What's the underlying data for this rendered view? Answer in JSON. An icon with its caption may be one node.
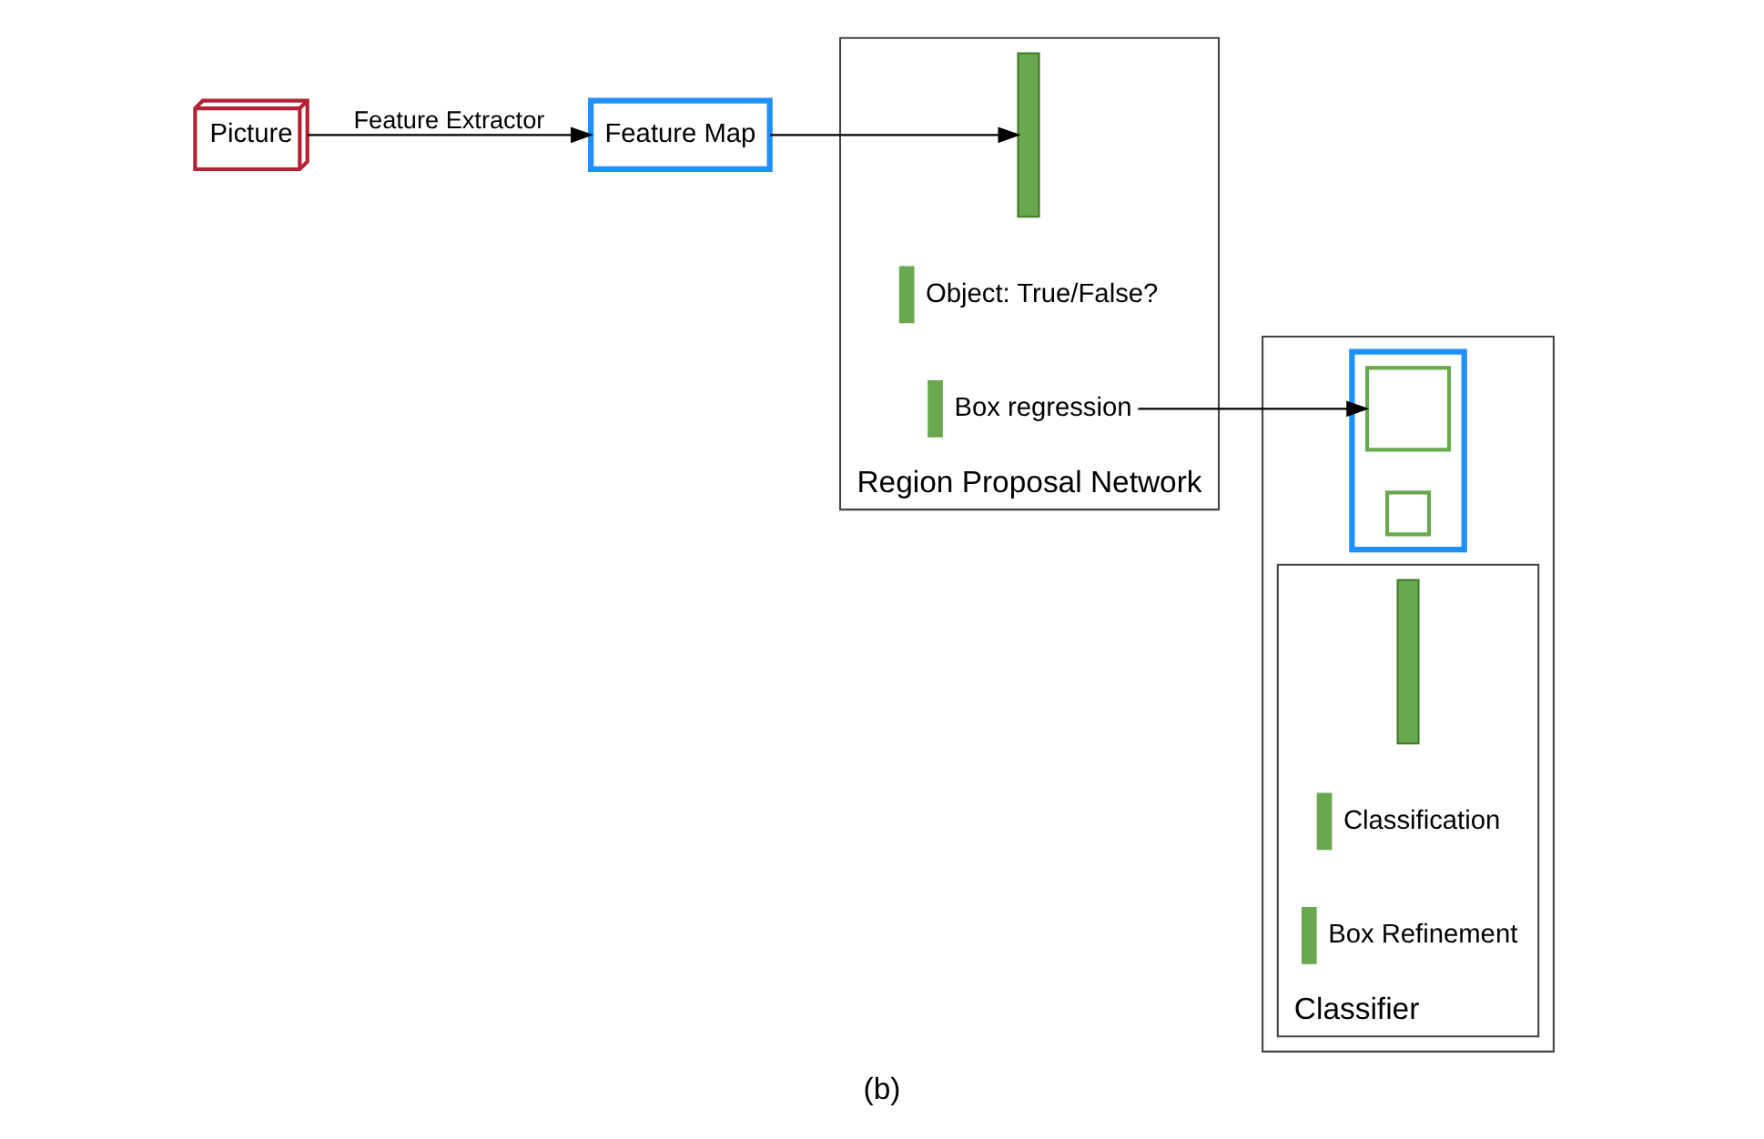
{
  "diagram": {
    "caption": "(b)",
    "nodes": [
      {
        "text": [
          "Picture"
        ]
      },
      {
        "text": [
          "Feature Map"
        ]
      },
      {
        "text": [
          "Region Proposal Network"
        ]
      },
      {
        "text": [],
        "shape": "bar",
        "in": 2
      },
      {
        "text": [
          "Object: True/False?"
        ],
        "in": 2
      },
      {
        "text": [
          "Box regression"
        ],
        "in": 2
      },
      {
        "text": [],
        "shape": "box"
      },
      {
        "text": [],
        "shape": "box",
        "in": 6
      },
      {
        "text": [],
        "shape": "box",
        "in": 7
      },
      {
        "text": [],
        "shape": "box",
        "in": 7
      },
      {
        "text": [
          "Classifier"
        ],
        "in": 6
      },
      {
        "text": [],
        "shape": "bar",
        "in": 10
      },
      {
        "text": [
          "Classification"
        ],
        "in": 10
      },
      {
        "text": [
          "Box Refinement"
        ],
        "in": 10
      }
    ],
    "edges": [
      {
        "from": 0,
        "to": 1,
        "arrow": "to",
        "label": "Feature Extractor"
      },
      {
        "from": 1,
        "to": 3,
        "arrow": "to"
      },
      {
        "from": 5,
        "to": 8,
        "arrow": "to"
      }
    ]
  }
}
